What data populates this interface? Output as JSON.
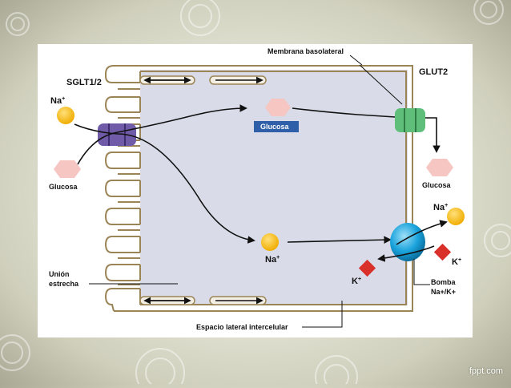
{
  "labels": {
    "membrana_basolateral": "Membrana basolateral",
    "sglt": "SGLT1/2",
    "glut2": "GLUT2",
    "na_left": "Na",
    "na_right_top": "Na",
    "na_center": "Na",
    "plus": "+",
    "k_right": "K",
    "k_left": "K",
    "glucosa_left": "Glucosa",
    "glucosa_center": "Glucosa",
    "glucosa_right": "Glucosa",
    "union_line1": "Unión",
    "union_line2": "estrecha",
    "bomba_line1": "Bomba",
    "bomba_line2": "Na+/K+",
    "espacio": "Espacio lateral intercelular"
  },
  "watermark": "fppt.com",
  "colors": {
    "cell_fill": "#d9dbe8",
    "membrane": "#9b8456",
    "sodium": "#f6b800",
    "glucose": "#f6c6c2",
    "sglt": "#6f5ba8",
    "glut2": "#5fbf7a",
    "pump": "#1aa3dc",
    "potassium": "#d9302a",
    "glucosa_tag": "#2e5fa8"
  }
}
